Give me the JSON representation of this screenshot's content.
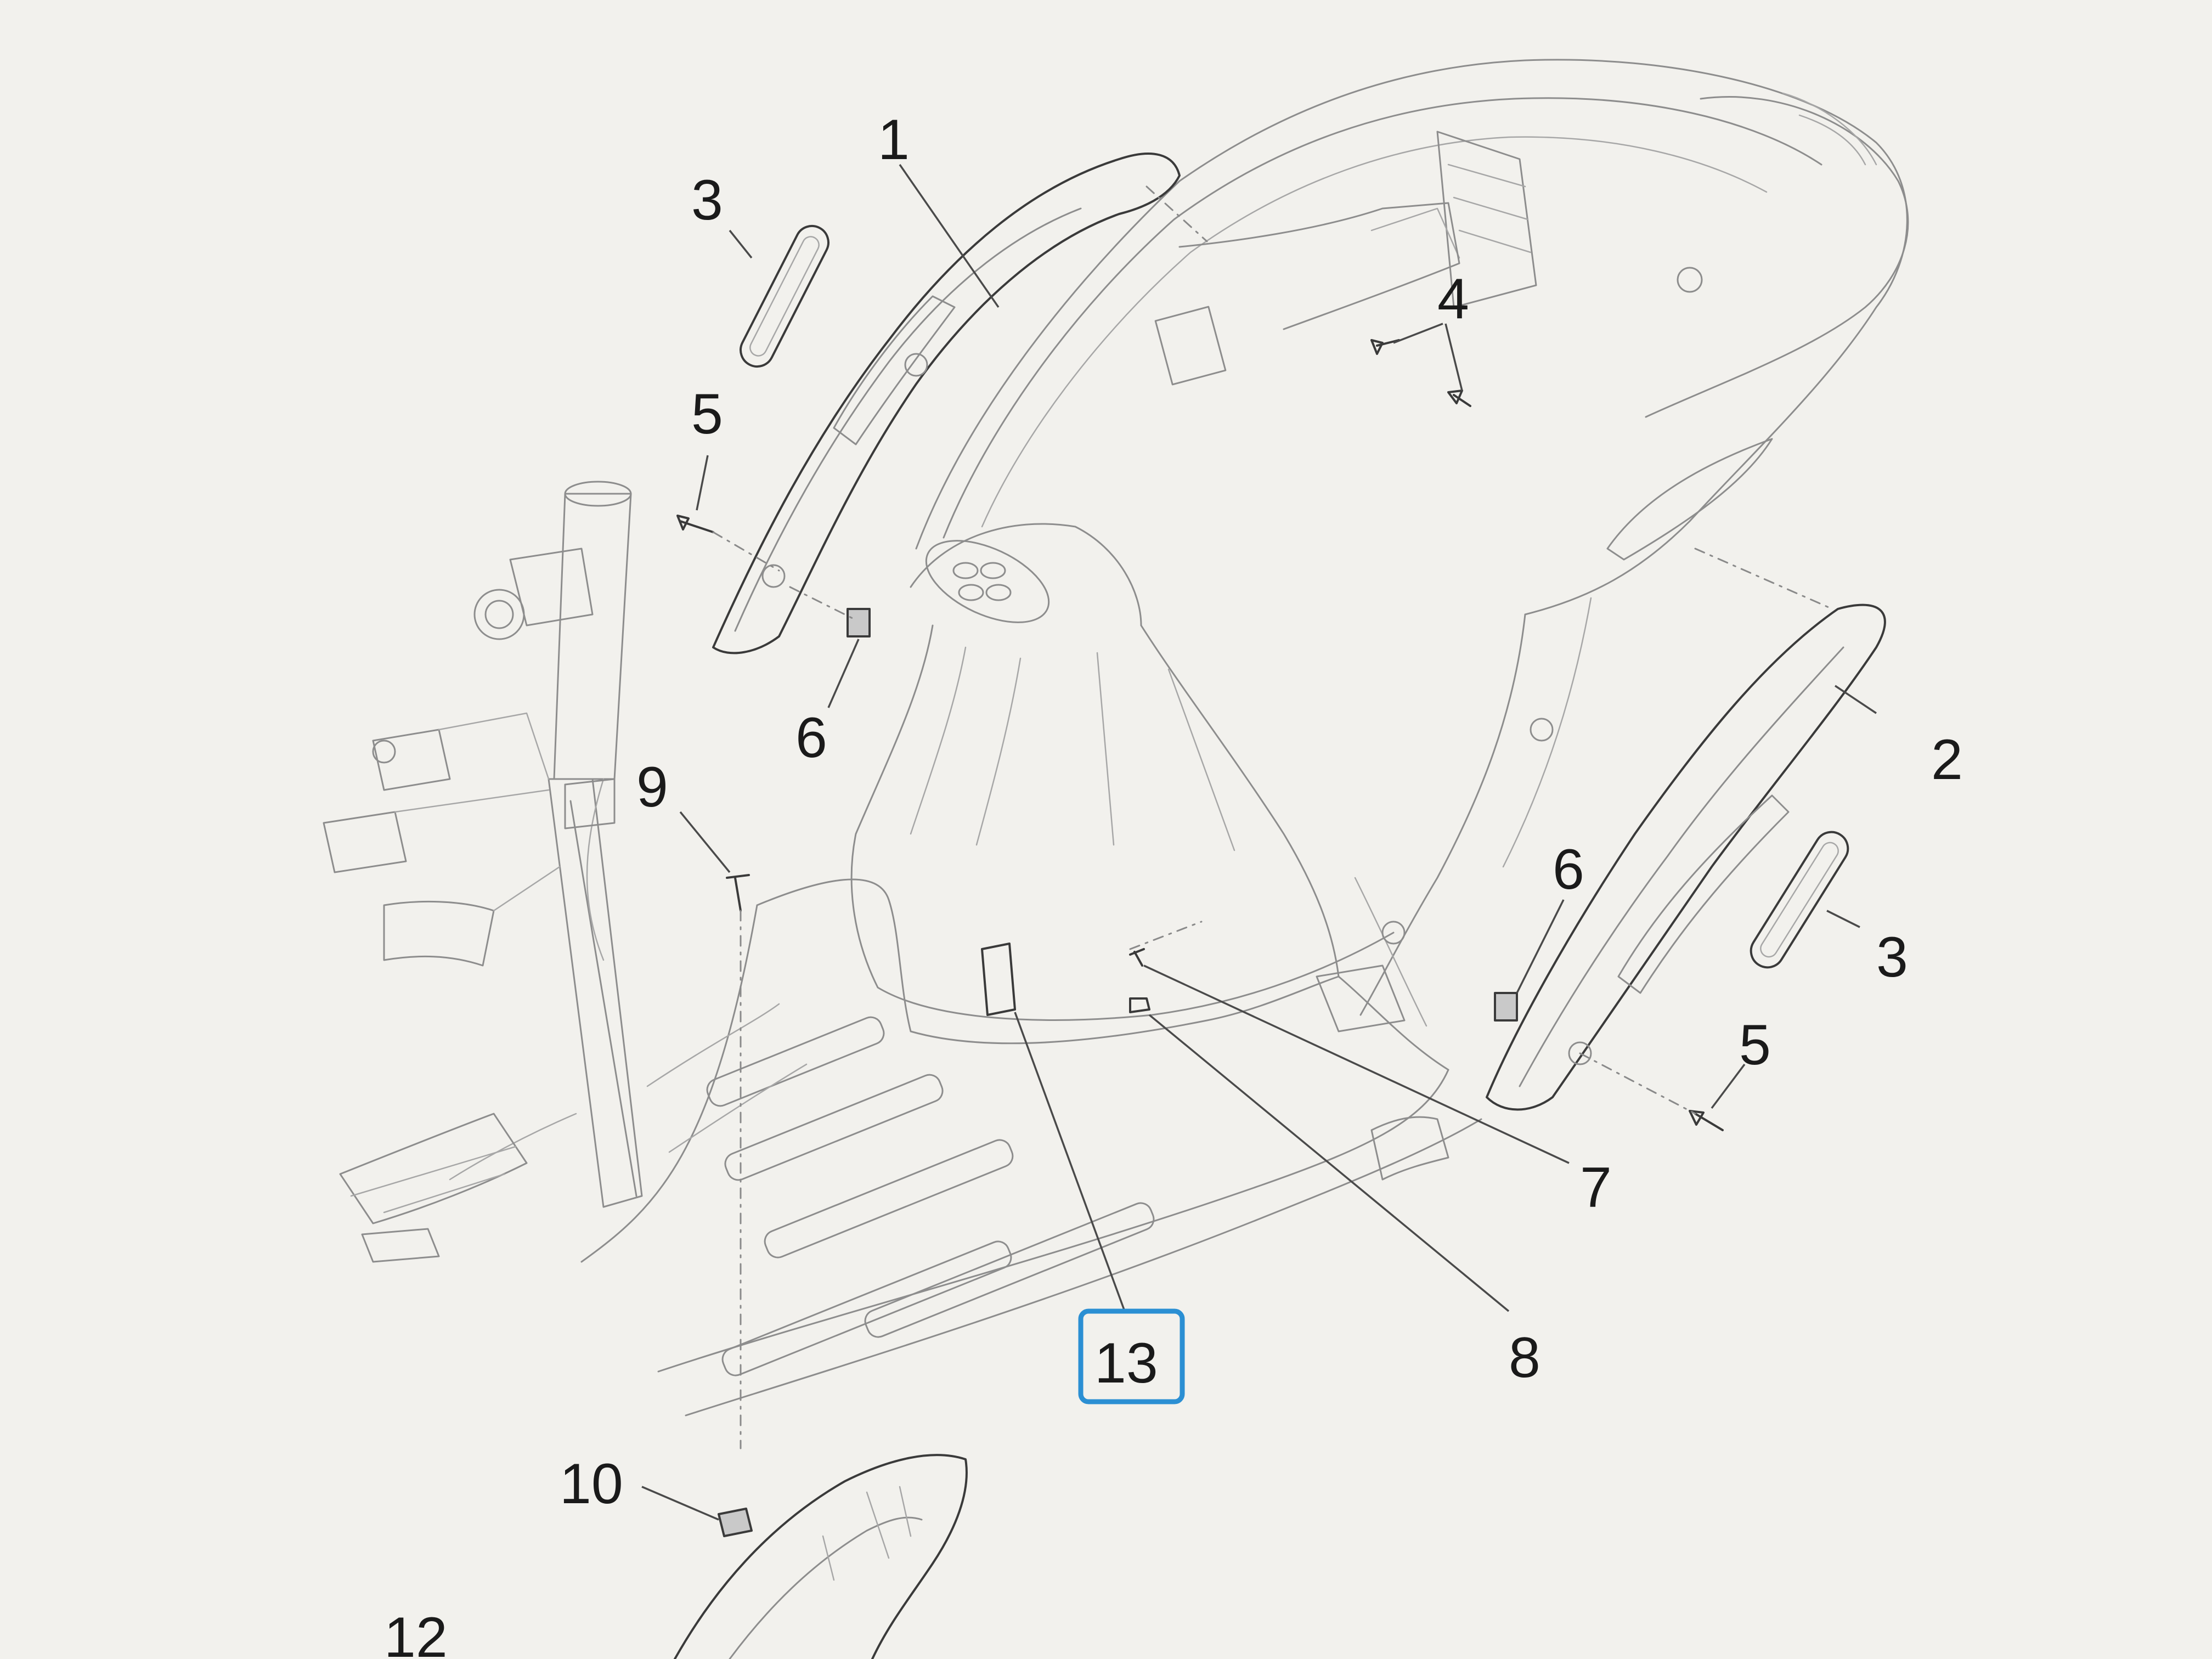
{
  "callouts": [
    {
      "id": "1",
      "label": "1"
    },
    {
      "id": "2",
      "label": "2"
    },
    {
      "id": "3a",
      "label": "3"
    },
    {
      "id": "3b",
      "label": "3"
    },
    {
      "id": "4",
      "label": "4"
    },
    {
      "id": "5a",
      "label": "5"
    },
    {
      "id": "5b",
      "label": "5"
    },
    {
      "id": "6a",
      "label": "6"
    },
    {
      "id": "6b",
      "label": "6"
    },
    {
      "id": "7",
      "label": "7"
    },
    {
      "id": "8",
      "label": "8"
    },
    {
      "id": "9",
      "label": "9"
    },
    {
      "id": "10",
      "label": "10"
    },
    {
      "id": "12",
      "label": "12"
    },
    {
      "id": "13",
      "label": "13",
      "highlighted": true
    }
  ],
  "colors": {
    "background": "#f2f1ed",
    "line_art": "#8d8d8d",
    "highlight_box": "#2b8fd3",
    "label_text": "#1a1a1a"
  }
}
